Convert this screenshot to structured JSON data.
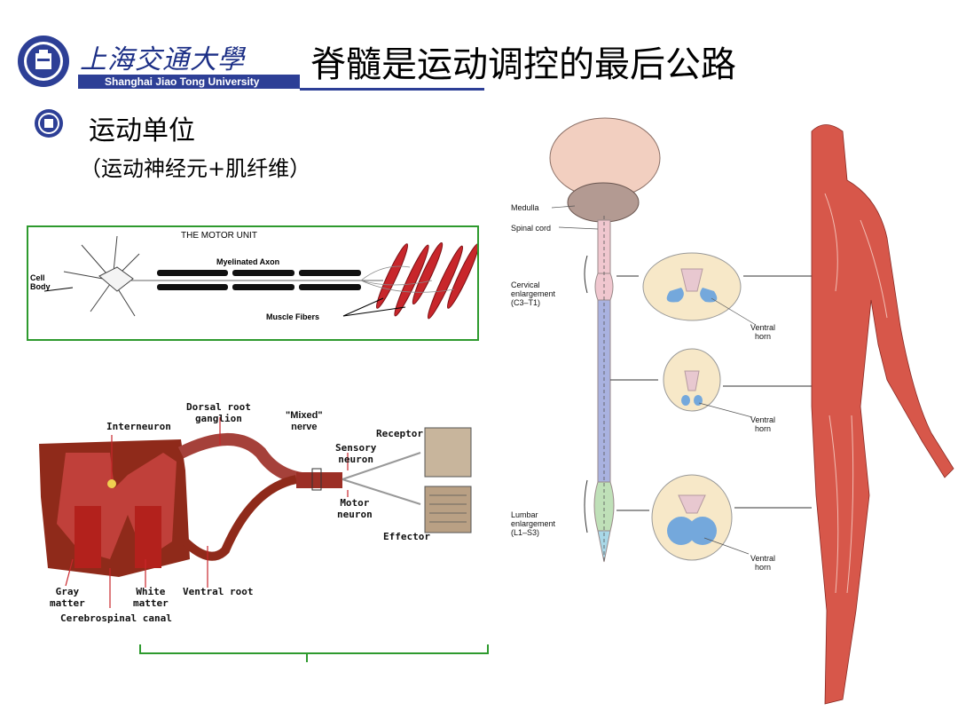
{
  "header": {
    "university_cn": "上海交通大學",
    "university_en": "Shanghai Jiao Tong University",
    "slide_title": "脊髓是运动调控的最后公路"
  },
  "bullet": {
    "text": "运动单位",
    "subtext": "（运动神经元+肌纤维）"
  },
  "motor_unit": {
    "title": "THE MOTOR UNIT",
    "axon_label": "Myelinated Axon",
    "cell_body_label": "Cell\nBody",
    "muscle_label": "Muscle Fibers"
  },
  "reflex_diagram": {
    "dorsal_root": "Dorsal root\nganglion",
    "interneuron": "Interneuron",
    "mixed_nerve": "\"Mixed\"\nnerve",
    "receptor": "Receptor",
    "sensory_neuron": "Sensory\nneuron",
    "motor_neuron": "Motor\nneuron",
    "effector": "Effector",
    "gray_matter": "Gray\nmatter",
    "white_matter": "White\nmatter",
    "ventral_root": "Ventral root",
    "cerebrospinal_canal": "Cerebrospinal canal"
  },
  "spinal_diagram": {
    "medulla": "Medulla",
    "spinal_cord": "Spinal cord",
    "cervical": "Cervical\nenlargement\n(C3–T1)",
    "lumbar": "Lumbar\nenlargement\n(L1–S3)",
    "ventral_horn": "Ventral\nhorn"
  },
  "colors": {
    "brand_blue": "#2d3f96",
    "frame_green": "#2e9a2e",
    "muscle_red": "#c8262b"
  }
}
